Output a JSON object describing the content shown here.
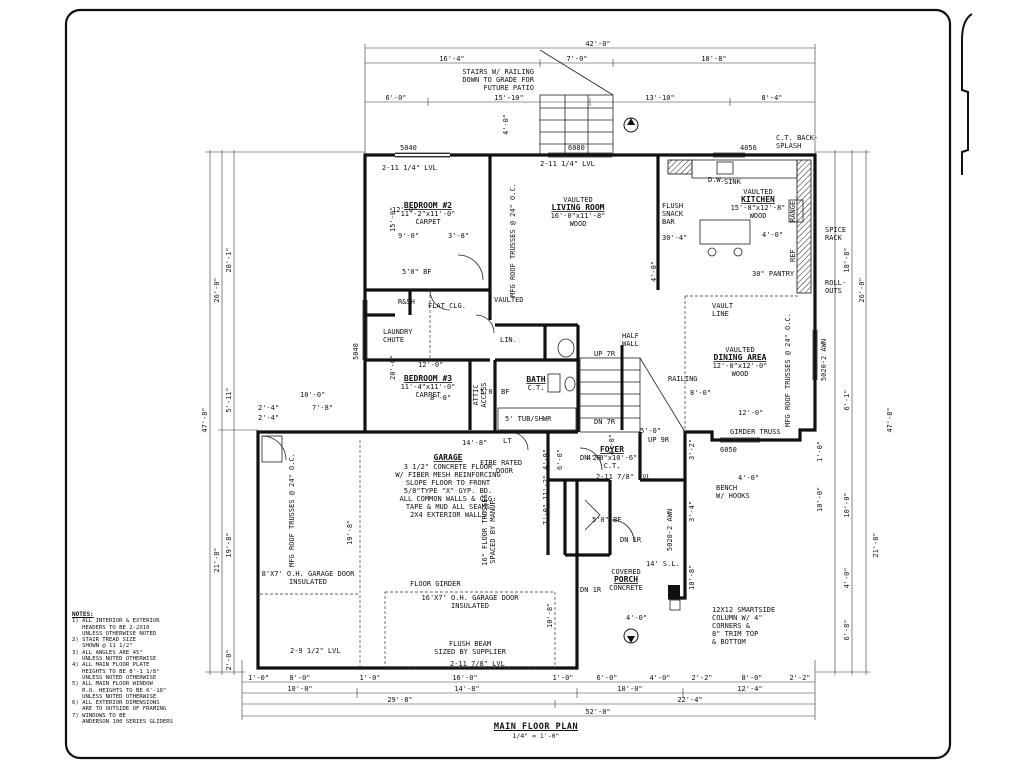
{
  "title": "MAIN FLOOR PLAN",
  "scale": "1/4\" = 1'-0\"",
  "rooms": {
    "bedroom2": {
      "name": "BEDROOM #2",
      "size": "11'-2\"x11'-0\"",
      "finish": "CARPET"
    },
    "living": {
      "prefix": "VAULTED",
      "name": "LIVING ROOM",
      "size": "16'-0\"x11'-8\"",
      "finish": "WOOD"
    },
    "kitchen": {
      "prefix": "VAULTED",
      "name": "KITCHEN",
      "size": "15'-8\"x12'-8\"",
      "finish": "WOOD"
    },
    "dining": {
      "prefix": "VAULTED",
      "name": "DINING AREA",
      "size": "12'-0\"x12'-0\"",
      "finish": "WOOD"
    },
    "bedroom3": {
      "name": "BEDROOM #3",
      "size": "11'-4\"x11'-0\"",
      "finish": "CARPET"
    },
    "bath": {
      "name": "BATH",
      "finish": "C.T."
    },
    "garage": {
      "name": "GARAGE",
      "lines": [
        "3 1/2\" CONCRETE FLOOR",
        "W/ FIBER MESH REINFORCING",
        "SLOPE FLOOR TO FRONT",
        "5/8\"TYPE \"X\" GYP. BD.",
        "ALL COMMON WALLS & CLG.",
        "TAPE & MUD ALL SEAMS",
        "2X4 EXTERIOR WALLS"
      ]
    },
    "foyer": {
      "name": "FOYER",
      "size": "4'-0\"x10'-6\"",
      "finish": "C.T."
    },
    "porch": {
      "prefix": "COVERED",
      "name": "PORCH",
      "finish": "CONCRETE"
    }
  },
  "labels": {
    "stairs_note": [
      "STAIRS W/ RAILING",
      "DOWN TO GRADE FOR",
      "FUTURE PATIO"
    ],
    "ct_backsplash": [
      "C.T. BACK-",
      "SPLASH"
    ],
    "sink": "SINK",
    "dw": "D.W.",
    "range": "RANGE",
    "spice_rack": [
      "SPICE",
      "RACK"
    ],
    "ref": "REF",
    "roll_outs": [
      "ROLL-",
      "OUTS"
    ],
    "pantry": "30\" PANTRY",
    "flush_snack_bar": [
      "FLUSH",
      "SNACK",
      "BAR"
    ],
    "vault_line": [
      "VAULT",
      "LINE"
    ],
    "half_wall": [
      "HALF",
      "WALL"
    ],
    "railing": "RAILING",
    "girder_truss": "GIRDER TRUSS",
    "vaulted": "VAULTED",
    "flat_clg": "FLAT CLG.",
    "laundry_chute": [
      "LAUNDRY",
      "CHUTE"
    ],
    "attic_access": [
      "ATTIC",
      "ACCESS"
    ],
    "lin": "LIN.",
    "rsh": "R&SH",
    "tub_shwr": "5' TUB/SHWR",
    "fire_rated_door": [
      "FIRE RATED",
      "DOOR"
    ],
    "floor_girder": "FLOOR GIRDER",
    "garage_door_large": [
      "16'X7' O.H. GARAGE DOOR",
      "INSULATED"
    ],
    "garage_door_small": [
      "8'X7' O.H. GARAGE DOOR",
      "INSULATED"
    ],
    "flush_beam": [
      "FLUSH BEAM",
      "SIZED BY SUPPLIER"
    ],
    "bench": [
      "BENCH",
      "W/ HOOKS"
    ],
    "column": [
      "12X12 SMARTSIDE",
      "COLUMN W/ 4\"",
      "CORNERS &",
      "8\" TRIM TOP",
      "& BOTTOM"
    ],
    "mfg_trusses": "MFG ROOF TRUSSES @ 24\" O.C.",
    "floor_trusses": [
      "16\" FLOOR TRUSSES",
      "SPACED BY MANUF."
    ],
    "lvl_top": "2-11 1/4\" LVL",
    "lvl_top2": "2-11 1/4\" LVL",
    "lvl_bottom_left": "2-9 1/2\" LVL",
    "lvl_bottom": "2-11 7/8\" LVL",
    "lvl_foyer": "2-11 7/8\" LVL",
    "up": "UP 7R",
    "up2": "UP 9R",
    "dn": "DN 7R",
    "dn2": "DN 2R",
    "dn_lr": "DN 1R",
    "sl": "14' S.L.",
    "lt": "LT",
    "bf1": "5'0\" BF",
    "bf2": "5'0\" BF",
    "bf3": "5'0\" BF",
    "ir": "DN 1R",
    "window_5040": "5040",
    "window_6080": "6080",
    "window_4056": "4056",
    "window_6050": "6050",
    "window_5040_side": "5040",
    "window_awn": "5020-2 AWN",
    "window_awn2": "5020-2 AWN"
  },
  "dimensions": {
    "overall_top": "42'-0\"",
    "top_row1": [
      "16'-4\"",
      "7'-0\"",
      "18'-8\""
    ],
    "top_row2": [
      "6'-0\"",
      "15'-10\"",
      "13'-10\"",
      "8'-4\""
    ],
    "overall_bottom": "52'-0\"",
    "bottom_row1": [
      "1'-0\"",
      "8'-0\"",
      "1'-0\"",
      "16'-0\"",
      "1'-0\"",
      "6'-0\"",
      "4'-0\"",
      "2'-2\"",
      "8'-0\"",
      "2'-2\""
    ],
    "bottom_row2": [
      "10'-0\"",
      "14'-8\"",
      "10'-0\"",
      "12'-4\""
    ],
    "bottom_row3": [
      "29'-8\"",
      "22'-4\""
    ],
    "left_overall": "47'-8\"",
    "left_row1": [
      "26'-0\"",
      "21'-8\""
    ],
    "left_row2": [
      "20'-1\"",
      "5'-11\"",
      "19'-8\"",
      "2'-0\""
    ],
    "right_overall": "47'-8\"",
    "right_row1": [
      "26'-0\"",
      "21'-8\""
    ],
    "right_row2": [
      "18'-8\"",
      "6'-1\"",
      "10'-0\"",
      "4'-0\"",
      "6'-8\""
    ],
    "interior": [
      "12'-0\"",
      "3'-8\"",
      "9'-0\"",
      "12'-0\"",
      "10'-0\"",
      "7'-8\"",
      "2'-4\"",
      "14'-8\"",
      "12'-0\"",
      "4'-0\"",
      "4'-0\"",
      "5'-0\"",
      "4'-0\"",
      "2'-4\"",
      "10'-8\"",
      "19'-8\"",
      "30'-4\"",
      "4'-0\"",
      "4'-0\"",
      "4'-0\"",
      "7'-0\"",
      "6'-0\"",
      "4'-0\"",
      "3'-2\"",
      "11'-2\"",
      "10'-0\"",
      "1'-0\"",
      "10'-8\"",
      "15'-0\"",
      "3'-4\"",
      "20'-0\"",
      "8'-0\"",
      "8'-0\""
    ]
  },
  "notes": {
    "heading": "NOTES:",
    "items": [
      "1) ALL INTERIOR & EXTERIOR\n   HEADERS TO BE 2-2X10\n   UNLESS OTHERWISE NOTED",
      "2) STAIR TREAD SIZE\n   SHOWN @ 11 1/2\"",
      "3) ALL ANGLES ARE 45°\n   UNLESS NOTED OTHERWISE",
      "4) ALL MAIN FLOOR PLATE\n   HEIGHTS TO BE 8'-1 1/8\"\n   UNLESS NOTED OTHERWISE",
      "5) ALL MAIN FLOOR WINDOW\n   R.O. HEIGHTS TO BE 6'-10\"\n   UNLESS NOTED OTHERWISE",
      "6) ALL EXTERIOR DIMENSIONS\n   ARE TO OUTSIDE OF FRAMING",
      "7) WINDOWS TO BE\n   ANDERSON 100 SERIES GLIDERS"
    ]
  }
}
